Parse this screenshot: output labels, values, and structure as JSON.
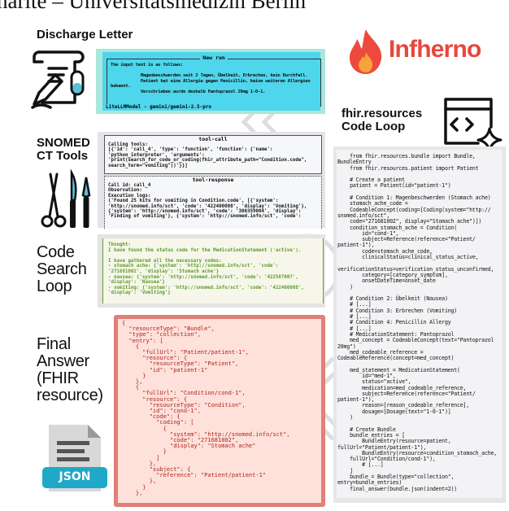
{
  "header": {
    "affiliation_text": "harité – Universitätsmedizin Berlin"
  },
  "logo": {
    "text": "Infherno",
    "icon": "flame-icon",
    "color": "#e8473b"
  },
  "sections": {
    "discharge_letter": {
      "label": "Discharge Letter",
      "icon": "document-pen-pill-icon"
    },
    "snomed_tools": {
      "label_line1": "SNOMED",
      "label_line2": "CT Tools",
      "icon": "surgical-tools-icon"
    },
    "code_search_loop": {
      "label_line1": "Code",
      "label_line2": "Search",
      "label_line3": "Loop"
    },
    "final_answer": {
      "label_line1": "Final",
      "label_line2": "Answer",
      "label_line3": "(FHIR",
      "label_line4": "resource)",
      "icon": "json-file-icon",
      "icon_text": "JSON"
    },
    "fhir_code_loop": {
      "label_line1": "fhir.resources",
      "label_line2": "Code Loop",
      "icon": "code-window-sparkle-icon"
    }
  },
  "discharge_box": {
    "title": "New run",
    "text": "The input text is as follows:\n\n            Magenbeschwerden seit 2 Tagen, Übelkeit, Erbrechen, kein Durchfall.\n            Patient hat eine Allergie gegen Penicillin, keine weiteren Allergien\nbekannt.\n            Verschrieben wurde deshalb Pantoprazol 20mg 1-0-1.",
    "footer": "LiteLLMModel - gemini/gemini-2.5-pro",
    "color": "#4ed6ec"
  },
  "tool_box": {
    "call_title": "tool-call",
    "call_text": "Calling tools:\n[{'id': 'call_4', 'type': 'function', 'function': {'name':\n'python_interpreter', 'arguments':\n'print(search_for_code_or_coding(fhir_attribute_path=\"Condition.code\",\nsearch_term=\"vomiting\"))'}}]",
    "response_title": "tool-response",
    "response_text": "Call id: call_4\nObservation:\nExecution logs:\n('Found 25 hits for vomiting in Condition.code', [{'system':\n'http://snomed.info/sct', 'code': '422400008', 'display': 'Vomiting'},\n{'system': 'http://snomed.info/sct', 'code': '300359004', 'display':\n'Finding of vomiting'}, {'system': 'http://snomed.info/sct', 'code':"
  },
  "green_box": {
    "text": "Thought:\nI have found the status code for the MedicationStatement ('active').\n\nI have gathered all the necessary codes:\n- stomach ache: {'system': 'http://snomed.info/sct', 'code':\n'271681002', 'display': 'Stomach ache'}\n- nausea: {'system': 'http://snomed.info/sct', 'code': '422587007',\n'display': 'Nausea'}\n- vomiting: {'system': 'http://snomed.info/sct', 'code': '422400008',\n'display': 'Vomiting'}",
    "color": "#5f9a2a"
  },
  "final_json": {
    "text": "{\n  \"resourceType\": \"Bundle\",\n  \"type\": \"collection\",\n  \"entry\": [\n    {\n      \"fullUrl\": \"Patient/patient-1\",\n      \"resource\": {\n        \"resourceType\": \"Patient\",\n        \"id\": \"patient-1\"\n      }\n    },\n    {\n      \"fullUrl\": \"Condition/cond-1\",\n      \"resource\": {\n        \"resourceType\": \"Condition\",\n        \"id\": \"cond-1\",\n        \"code\": {\n          \"coding\": [\n            {\n              \"system\": \"http://snomed.info/sct\",\n              \"code\": \"271681002\",\n              \"display\": \"Stomach ache\"\n            }\n          ]\n        },\n        \"subject\": {\n          \"reference\": \"Patient/patient-1\"\n        },\n      }\n    },",
    "color": "#b0221c"
  },
  "fhir_code": {
    "text": "    from fhir.resources.bundle import Bundle,\nBundleEntry\n    from fhir.resources.patient import Patient\n\n    # Create a patient\n    patient = Patient(id=\"patient-1\")\n\n    # Condition 1: Magenbeschwerden (Stomach ache)\n    stomach_ache_code =\n    CodeableConcept(coding=[Coding(system=\"http://\nsnomed.info/sct\",\n    code=\"271681002\", display=\"Stomach ache\")])\n    condition_stomach_ache = Condition(\n        id=\"cond-1\",\n        subject=Reference(reference=\"Patient/\npatient-1\"),\n        code=stomach_ache_code,\n        clinicalStatus=clinical_status_active,\n\nverificationStatus=verification_status_unconfirmed,\n        category=[category_symptom],\n        onsetDateTime=onset_date\n    )\n\n    # Condition 2: Übelkeit (Nausea)\n    # [...]\n    # Condition 3: Erbrechen (Vomiting)\n    # [...]\n    # Condition 4: Penicillin Allergy\n    # [...]\n    # MedicationStatement: Pantoprazol\n    med_concept = CodeableConcept(text=\"Pantoprazol\n20mg\")\n    med_codeable_reference =\nCodeableReference(concept=med_concept)\n\n    med_statement = MedicationStatement(\n        id=\"med-1\",\n        status=\"active\",\n        medication=med_codeable_reference,\n        subject=Reference(reference=\"Patient/\npatient-1\"),\n        reason=[reason_codeable_reference],\n        dosage=[Dosage(text=\"1-0-1\")]\n    )\n\n    # Create Bundle\n    bundle_entries = [\n        BundleEntry(resource=patient,\nfullUrl=\"Patient/patient-1\"),\n        BundleEntry(resource=condition_stomach_ache,\n    fullUrl=\"Condition/cond-1\"),\n        # [...]\n    ]\n    bundle = Bundle(type=\"collection\",\nentry=bundle_entries)\n    final_answer(bundle.json(indent=2))"
  }
}
